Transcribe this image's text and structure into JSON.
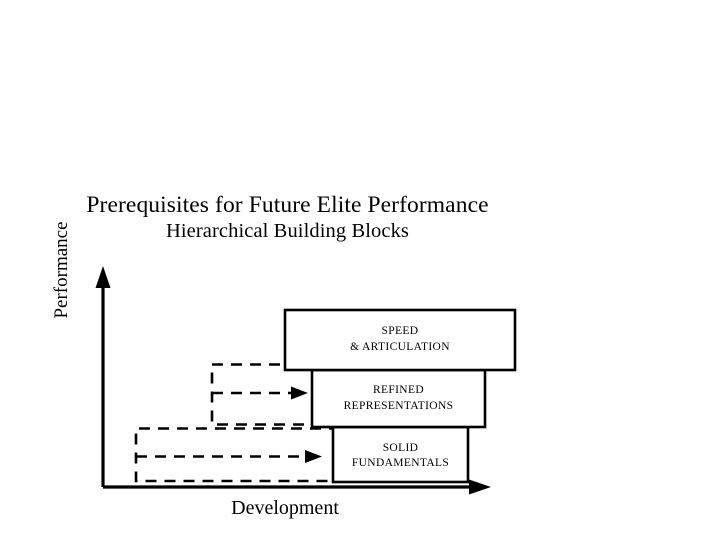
{
  "figure": {
    "title_line_1": "Prerequisites for Future Elite Performance",
    "title_line_2": "Hierarchical Building Blocks",
    "background_color": "#ffffff",
    "stroke_color": "#000000"
  },
  "axes": {
    "y_label": "Performance",
    "x_label": "Development",
    "y_arrow_name": "up-arrow-icon",
    "x_arrow_name": "right-arrow-icon"
  },
  "chart_data": {
    "type": "diagram",
    "title": "Prerequisites for Future Elite Performance — Hierarchical Building Blocks",
    "xlabel": "Development",
    "ylabel": "Performance",
    "grid": false,
    "legend": false,
    "blocks": [
      {
        "id": "solid-fundamentals",
        "level": 1,
        "lines": [
          "SOLID",
          "FUNDAMENTALS"
        ],
        "text": "SOLID FUNDAMENTALS"
      },
      {
        "id": "refined-representations",
        "level": 2,
        "lines": [
          "REFINED",
          "REPRESENTATIONS"
        ],
        "text": "REFINED REPRESENTATIONS"
      },
      {
        "id": "speed-articulation",
        "level": 3,
        "lines": [
          "SPEED",
          "& ARTICULATION"
        ],
        "text": "SPEED & ARTICULATION"
      }
    ],
    "feedback_loops": [
      {
        "id": "loop-lower",
        "from": "solid-fundamentals",
        "to": "solid-fundamentals",
        "style": "dashed",
        "direction": "right"
      },
      {
        "id": "loop-upper",
        "from": "refined-representations",
        "to": "refined-representations",
        "style": "dashed",
        "direction": "right"
      }
    ]
  }
}
